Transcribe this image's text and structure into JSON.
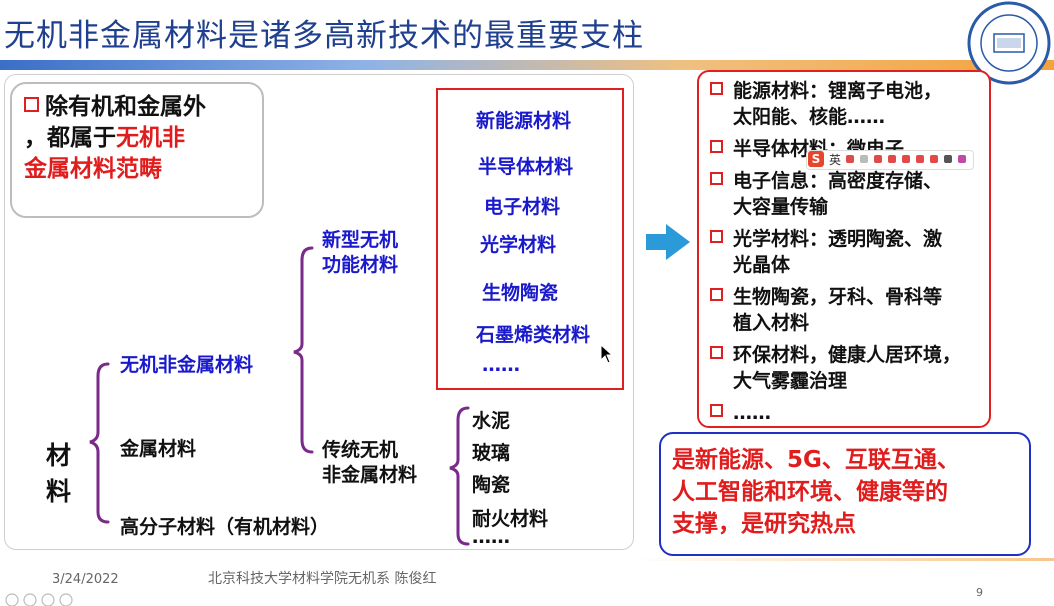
{
  "slide": {
    "title": "无机非金属材料是诸多高新技术的最重要支柱",
    "note": {
      "line1": "除有机和金属外",
      "line2_prefix": "，都属于",
      "line2_red": "无机非",
      "line3_red": "金属材料范畴"
    },
    "tree": {
      "root": [
        "材",
        "料"
      ],
      "level1": [
        "无机非金属材料",
        "金属材料",
        "高分子材料（有机材料）"
      ],
      "new_group": [
        "新型无机",
        "功能材料"
      ],
      "trad_group": [
        "传统无机",
        "非金属材料"
      ],
      "new_items": [
        "新能源材料",
        "半导体材料",
        "电子材料",
        "光学材料",
        "生物陶瓷",
        "石墨烯类材料",
        "……"
      ],
      "trad_items": [
        "水泥",
        "玻璃",
        "陶瓷",
        "耐火材料",
        "……"
      ]
    },
    "applications": [
      [
        "能源材料：锂离子电池，",
        "太阳能、核能……"
      ],
      [
        "半导体材料：微电子"
      ],
      [
        "电子信息：高密度存储、",
        "大容量传输"
      ],
      [
        "光学材料：透明陶瓷、激",
        "光晶体"
      ],
      [
        "生物陶瓷，牙科、骨科等",
        "植入材料"
      ],
      [
        "环保材料，健康人居环境，",
        "大气雾霾治理"
      ],
      [
        "……"
      ]
    ],
    "callout": {
      "line1": "是新能源、5G、互联互通、",
      "line2": "人工智能和环境、健康等的",
      "line3": "支撑，是研究热点"
    },
    "footer": {
      "date": "3/24/2022",
      "author": "北京科技大学材料学院无机系  陈俊红",
      "page": "9"
    },
    "ime_toolbar": {
      "logo": "S",
      "label": "英"
    }
  },
  "colors": {
    "title": "#1f3f8f",
    "red": "#e01c1c",
    "blue": "#1a1acc",
    "bracket": "#7a2a8a",
    "arrow": "#2a9ad8"
  }
}
